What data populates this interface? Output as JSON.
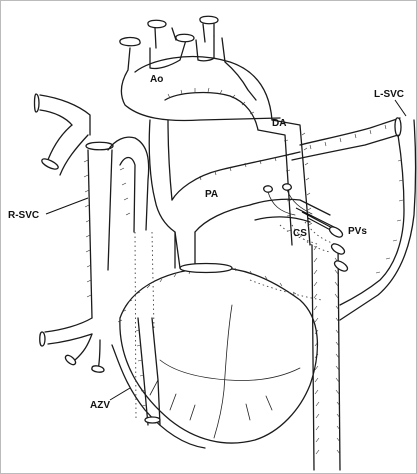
{
  "labels": {
    "ao": "Ao",
    "da": "DA",
    "pa": "PA",
    "lsvc": "L-SVC",
    "rsvc": "R-SVC",
    "cs": "CS",
    "pvs": "PVs",
    "azv": "AZV"
  }
}
